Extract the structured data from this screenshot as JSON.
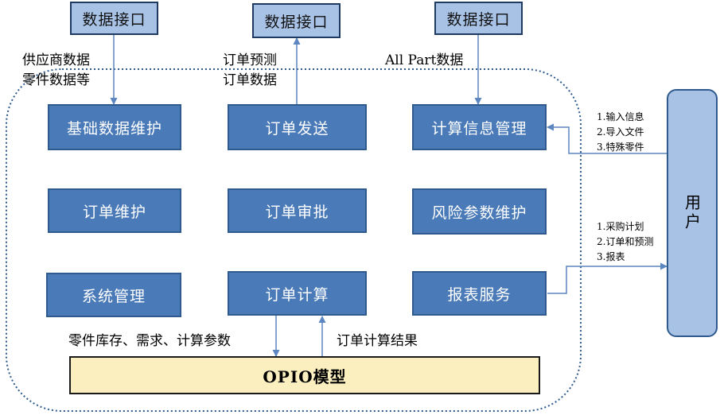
{
  "interfaces": [
    "数据接口",
    "数据接口",
    "数据接口"
  ],
  "modules": {
    "basic_data": "基础数据维护",
    "order_send": "订单发送",
    "calc_info": "计算信息管理",
    "order_maint": "订单维护",
    "order_approve": "订单审批",
    "risk_param": "风险参数维护",
    "system_mgmt": "系统管理",
    "order_calc": "订单计算",
    "report_service": "报表服务"
  },
  "model": "OPIO模型",
  "user": "用户",
  "flows": {
    "supplier_line1": "供应商数据",
    "supplier_line2": "零件数据等",
    "forecast_line1": "订单预测",
    "forecast_line2": "订单数据",
    "allpart": "All Part数据",
    "inputs": "零件库存、需求、计算参数",
    "results": "订单计算结果"
  },
  "user_inputs": [
    "1.输入信息",
    "2.导入文件",
    "3.特殊零件"
  ],
  "user_outputs": [
    "1.采购计划",
    "2.订单和预测",
    "3.报表"
  ]
}
